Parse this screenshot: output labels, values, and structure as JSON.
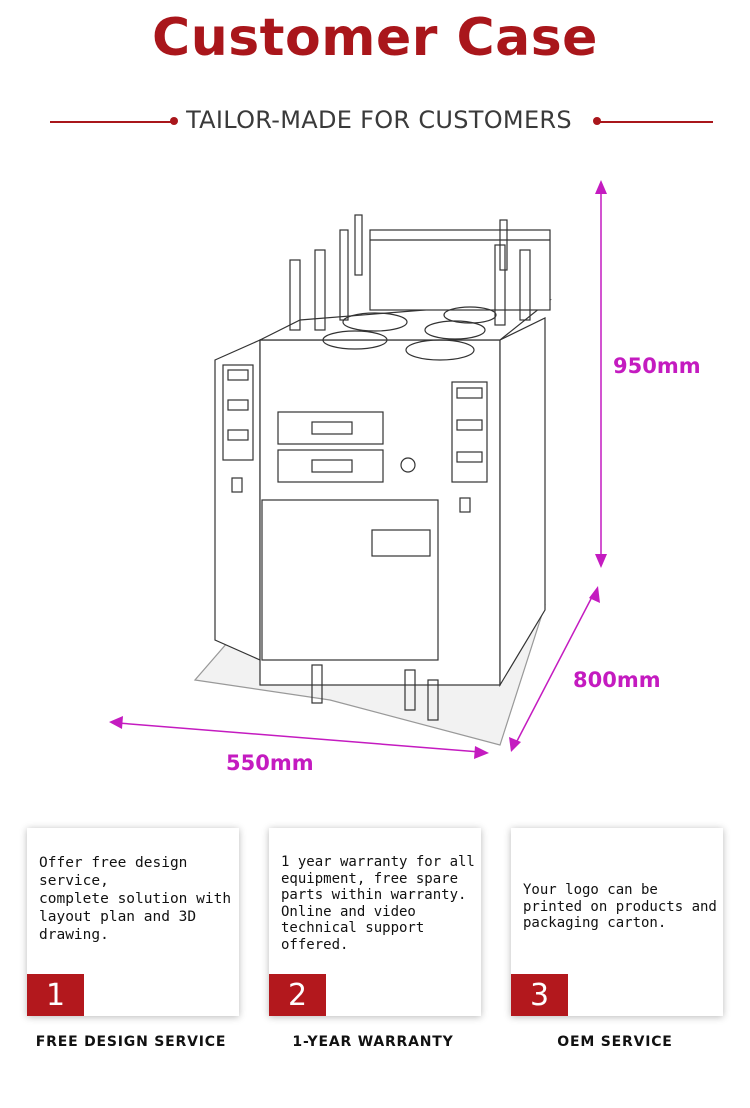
{
  "header": {
    "title": "Customer Case",
    "subtitle": "TAILOR-MADE FOR CUSTOMERS",
    "accent_color": "#a9161b"
  },
  "dimensions": {
    "height": "950mm",
    "depth": "800mm",
    "width": "550mm",
    "color": "#c41bc0"
  },
  "services": [
    {
      "number": "1",
      "text": "Offer free design\nservice,\ncomplete solution with\nlayout plan and 3D\ndrawing.",
      "caption": "FREE DESIGN SERVICE"
    },
    {
      "number": "2",
      "text": "1 year warranty for all\nequipment, free spare\nparts within warranty.\nOnline and video\ntechnical support\noffered.",
      "caption": "1-YEAR WARRANTY"
    },
    {
      "number": "3",
      "text": "Your logo can be\nprinted on products and\npackaging carton.",
      "caption": "OEM SERVICE"
    }
  ]
}
